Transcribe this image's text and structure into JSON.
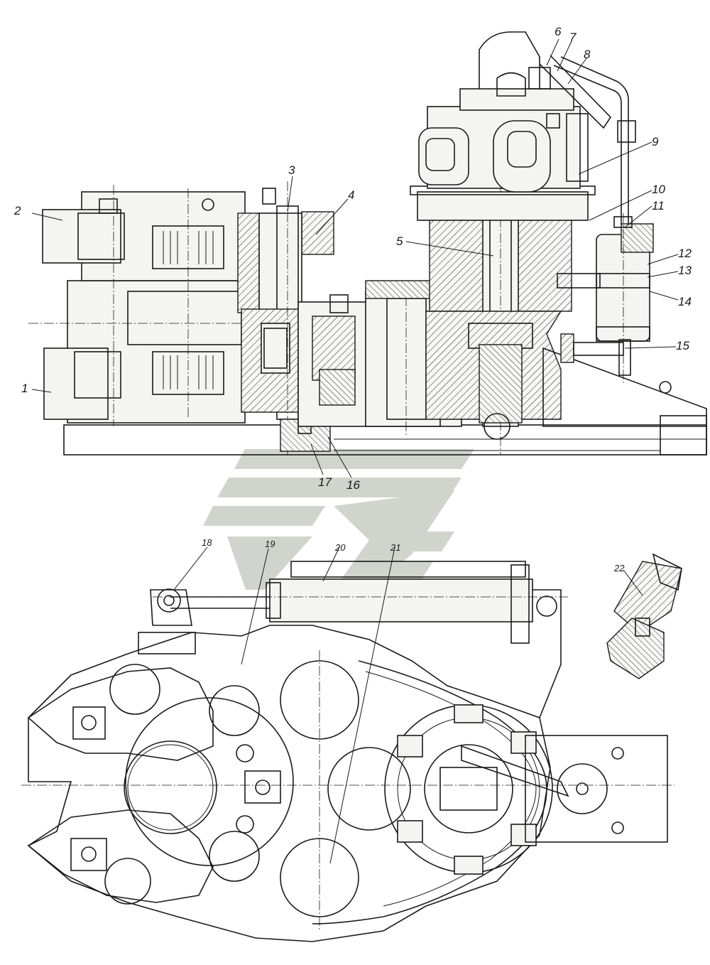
{
  "callouts": [
    "1",
    "2",
    "3",
    "4",
    "5",
    "6",
    "7",
    "8",
    "9",
    "10",
    "11",
    "12",
    "13",
    "14",
    "15",
    "16",
    "17",
    "18",
    "19",
    "20",
    "21",
    "22"
  ],
  "icons": {
    "watermark": "logo-watermark"
  }
}
